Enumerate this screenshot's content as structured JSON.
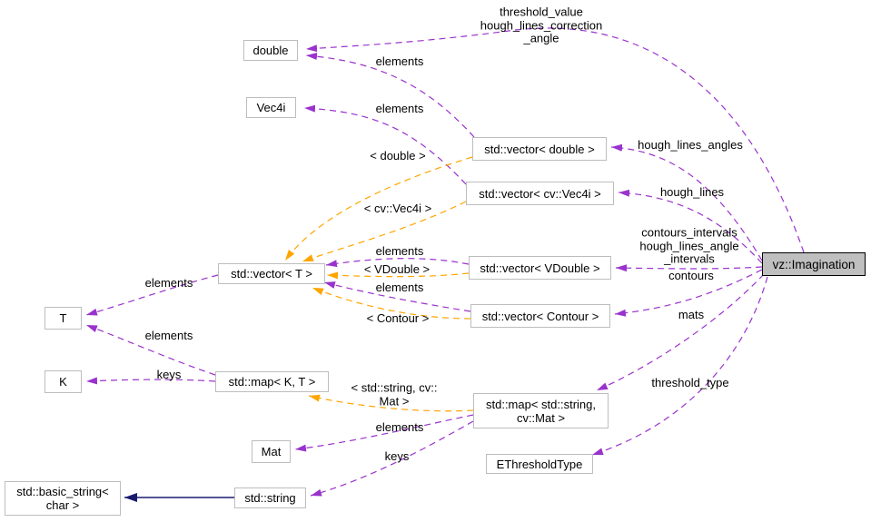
{
  "diagram": {
    "title": "vz::Imagination collaboration diagram",
    "colors": {
      "usage_edge": "#9a32cd",
      "template_edge": "#ffa500",
      "inheritance_edge": "#191970",
      "node_border": "#bdbdbd",
      "focus_node_fill": "#bfbfbf",
      "background": "#ffffff"
    },
    "nodes": {
      "double": {
        "label": "double"
      },
      "vec4i": {
        "label": "Vec4i"
      },
      "vector_double": {
        "label": "std::vector< double >"
      },
      "vector_cvvec4i": {
        "label": "std::vector< cv::Vec4i >"
      },
      "vector_vdouble": {
        "label": "std::vector< VDouble >"
      },
      "vector_contour": {
        "label": "std::vector< Contour >"
      },
      "vector_t": {
        "label": "std::vector< T >"
      },
      "t": {
        "label": "T"
      },
      "k": {
        "label": "K"
      },
      "map_kt": {
        "label": "std::map< K, T >"
      },
      "mat": {
        "label": "Mat"
      },
      "basic_string": {
        "label": "std::basic_string<\nchar >"
      },
      "string": {
        "label": "std::string"
      },
      "map_string_mat": {
        "label": "std::map< std::string,\ncv::Mat >"
      },
      "ethresholdtype": {
        "label": "EThresholdType"
      },
      "imagination": {
        "label": "vz::Imagination"
      }
    },
    "edge_labels": {
      "threshold_value": "threshold_value\nhough_lines_correction\n_angle",
      "elements_double": "elements",
      "elements_vec4i": "elements",
      "tpl_double": "< double >",
      "hough_lines_angles": "hough_lines_angles",
      "tpl_cvvec4i": "< cv::Vec4i >",
      "hough_lines": "hough_lines",
      "elements_vdouble": "elements",
      "tpl_vdouble": "< VDouble >",
      "elements_contour": "elements",
      "contours_intervals": "contours_intervals\nhough_lines_angle\n_intervals",
      "contours": "contours",
      "tpl_contour": "< Contour >",
      "mats": "mats",
      "elements_t": "elements",
      "elements_map_t": "elements",
      "keys_k": "keys",
      "tpl_string_mat": "< std::string, cv::\nMat >",
      "elements_mat": "elements",
      "keys_string": "keys",
      "threshold_type": "threshold_type"
    }
  }
}
